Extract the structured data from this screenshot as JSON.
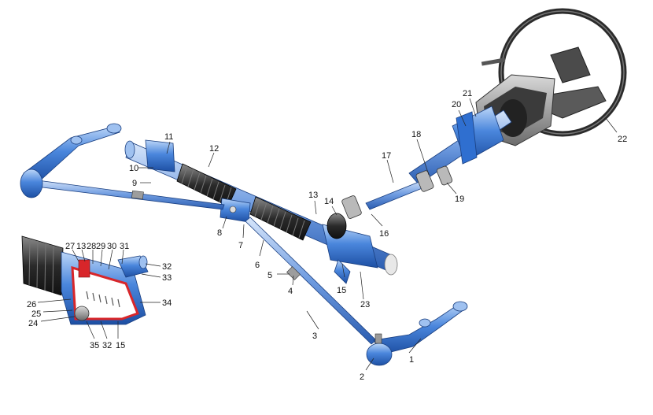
{
  "diagram": {
    "callouts": [
      {
        "id": "c1",
        "text": "1"
      },
      {
        "id": "c2",
        "text": "2"
      },
      {
        "id": "c3",
        "text": "3"
      },
      {
        "id": "c4",
        "text": "4"
      },
      {
        "id": "c5",
        "text": "5"
      },
      {
        "id": "c6",
        "text": "6"
      },
      {
        "id": "c7",
        "text": "7"
      },
      {
        "id": "c8",
        "text": "8"
      },
      {
        "id": "c9",
        "text": "9"
      },
      {
        "id": "c10",
        "text": "10"
      },
      {
        "id": "c11",
        "text": "11"
      },
      {
        "id": "c12",
        "text": "12"
      },
      {
        "id": "c13",
        "text": "13"
      },
      {
        "id": "c14",
        "text": "14"
      },
      {
        "id": "c15",
        "text": "15"
      },
      {
        "id": "c16",
        "text": "16"
      },
      {
        "id": "c17",
        "text": "17"
      },
      {
        "id": "c18",
        "text": "18"
      },
      {
        "id": "c19",
        "text": "19"
      },
      {
        "id": "c20",
        "text": "20"
      },
      {
        "id": "c21",
        "text": "21"
      },
      {
        "id": "c22",
        "text": "22"
      },
      {
        "id": "c23",
        "text": "23"
      }
    ],
    "inset_callouts": [
      {
        "id": "i27",
        "text": "27"
      },
      {
        "id": "i13",
        "text": "13"
      },
      {
        "id": "i28",
        "text": "28"
      },
      {
        "id": "i29",
        "text": "29"
      },
      {
        "id": "i30",
        "text": "30"
      },
      {
        "id": "i31",
        "text": "31"
      },
      {
        "id": "i32a",
        "text": "32"
      },
      {
        "id": "i33",
        "text": "33"
      },
      {
        "id": "i34",
        "text": "34"
      },
      {
        "id": "i26",
        "text": "26"
      },
      {
        "id": "i25",
        "text": "25"
      },
      {
        "id": "i24",
        "text": "24"
      },
      {
        "id": "i35",
        "text": "35"
      },
      {
        "id": "i32b",
        "text": "32"
      },
      {
        "id": "i15",
        "text": "15"
      }
    ],
    "colors": {
      "part_blue": "#2f6fd0",
      "part_blue_light": "#8fb8f0",
      "boot_dark": "#2a2a2a",
      "cutaway_red": "#d8262a",
      "wheel_dark": "#3a3a3a"
    }
  }
}
